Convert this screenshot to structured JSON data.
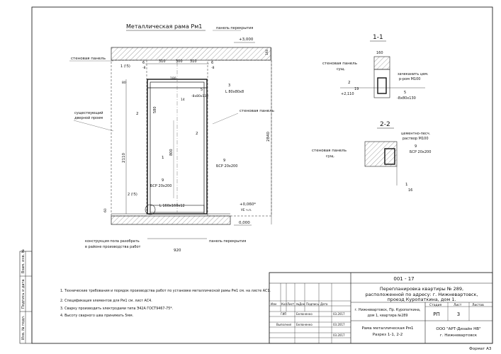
{
  "drawing": {
    "title": "Металлическая рама Рм1",
    "labels": {
      "panel_top": "панель перекрытия",
      "panel_bottom": "панель перекрытия",
      "wall_panel_left": "стеновая панель",
      "wall_panel_right": "стеновая панель",
      "existing_opening_1": "существующий",
      "existing_opening_2": "дверной проем",
      "floor_note_1": "конструкция пола разобрать",
      "floor_note_2": "в районе производства работ"
    },
    "elevations": {
      "top": "+3,000",
      "bottom": "0,000",
      "mid": "+0,060*",
      "mid_sub": "УЕ ч.п."
    },
    "dims": {
      "d310a": "310",
      "d300": "300",
      "d310b": "310",
      "d2110": "2110",
      "d800": "800",
      "d2840": "2840",
      "d920": "920",
      "d580": "580",
      "d160": "160",
      "d80": "80",
      "d60": "60"
    },
    "callouts": {
      "c1": "1 (!5)",
      "c6a": "6",
      "c6a_sub": "-8",
      "c6b": "6",
      "c6b_sub": "-8",
      "c3": "3",
      "c3_sub": "L 80x80x8",
      "c5": "5",
      "c5_sub": "-8x80x130",
      "c2a": "2",
      "c2b": "2",
      "c1b": "1",
      "c9": "9",
      "c9_sub": "БСР 20x200",
      "c9b": "9",
      "c9b_sub": "БСР 20x200",
      "c2_15": "2 (!5)",
      "c_l160": "L 160x160x12",
      "c_180": "180",
      "c_14": "14"
    }
  },
  "section_1": {
    "title": "1-1",
    "wall_panel": "стеновая панель",
    "note": "сущ.",
    "cement": "зачеканить цем.",
    "mortar": "р-ром М100",
    "elev": "+2,110",
    "m5": "5",
    "m5_sub": "-8x80x130",
    "m2": "2",
    "m19": "19",
    "d160": "160"
  },
  "section_2": {
    "title": "2-2",
    "wall_panel": "стеновая панель",
    "note": "сущ.",
    "cement": "цементно-песч.",
    "mortar": "раствор М100",
    "m9": "9",
    "m9_sub": "БСР 20x200",
    "m1": "1",
    "m16": "16"
  },
  "notes": [
    "1. Технические требования и порядок производства работ по установке металлической рамы Рм1 см. на листе АС1.",
    "2. Спецификация элементов для Рм1 см. лист АС4.",
    "3. Сварку производить электродами типа Э42А ГОСТ9467-75*.",
    "4. Высоту сварного шва принимать 5мм."
  ],
  "left_stamp": [
    "Инв. № подл.",
    "Подпись и дата",
    "Взам. инв. №"
  ],
  "title_block": {
    "doc_number": "001 - 17",
    "project_line1": "Перепланировка квартиры № 289,",
    "project_line2": "расположенной по адресу: г. Нижневартовск,",
    "project_line3": "проезд Куропаткина, дом 1.",
    "address_line1": "г. Нижневартовск, Пр. Куропаткина,",
    "address_line2": "дом 1, квартира №289",
    "sheet_title1": "Рама металлическая Рм1",
    "sheet_title2": "Разрез 1-1, 2-2",
    "col_izm": "Изм",
    "col_kol": "Кол",
    "col_list": "Лист",
    "col_ndoc": "№Док",
    "col_podp": "Подпись",
    "col_date": "Дата",
    "role_gip": "ГИП",
    "role_exec": "Выполнил",
    "name_gip": "Белоненко",
    "name_exec": "Белоненко",
    "date1": "03.2017",
    "date2": "03.2017",
    "date3": "03.2017",
    "stage_label": "Стадия",
    "sheet_label": "Лист",
    "sheets_label": "Листов",
    "stage_value": "РП",
    "sheet_value": "3",
    "company1": "ООО \"АРТ-Дизайн НВ\"",
    "company2": "г. Нижневартовск"
  },
  "format": "Формат А3"
}
